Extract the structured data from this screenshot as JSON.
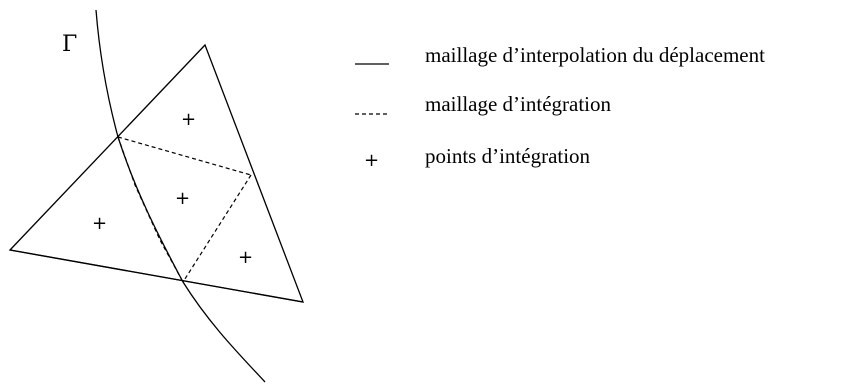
{
  "diagram": {
    "boundary_label": "Γ",
    "integration_point_symbol": "+"
  },
  "legend": {
    "items": [
      {
        "symbol": "solid-line",
        "label": "maillage d’interpolation du déplacement"
      },
      {
        "symbol": "dashed-line",
        "label": "maillage d’intégration"
      },
      {
        "symbol": "plus",
        "label": "points d’intégration"
      }
    ]
  }
}
